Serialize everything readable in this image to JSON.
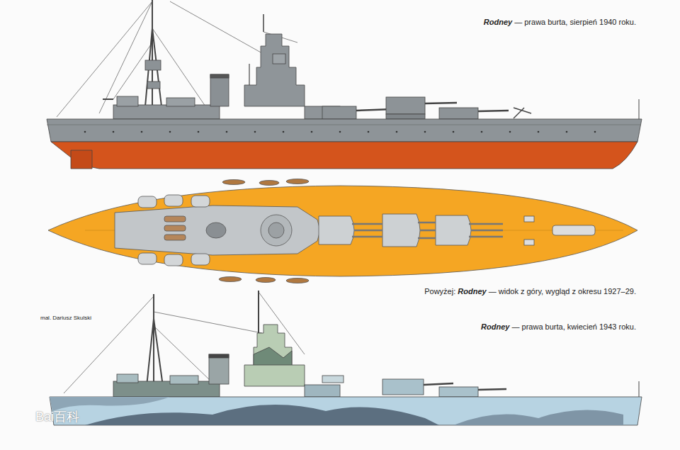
{
  "diagram": {
    "labels": [
      "Rodney — prawa burta, sierpień 1940 roku.",
      "Powyżej: Rodney — widok z góry, wygląd z okresu 1927–29.",
      "mal. Dariusz Skulski",
      "Rodney — prawa burta, kwiecień 1943 roku.",
      "Bai百科"
    ]
  }
}
